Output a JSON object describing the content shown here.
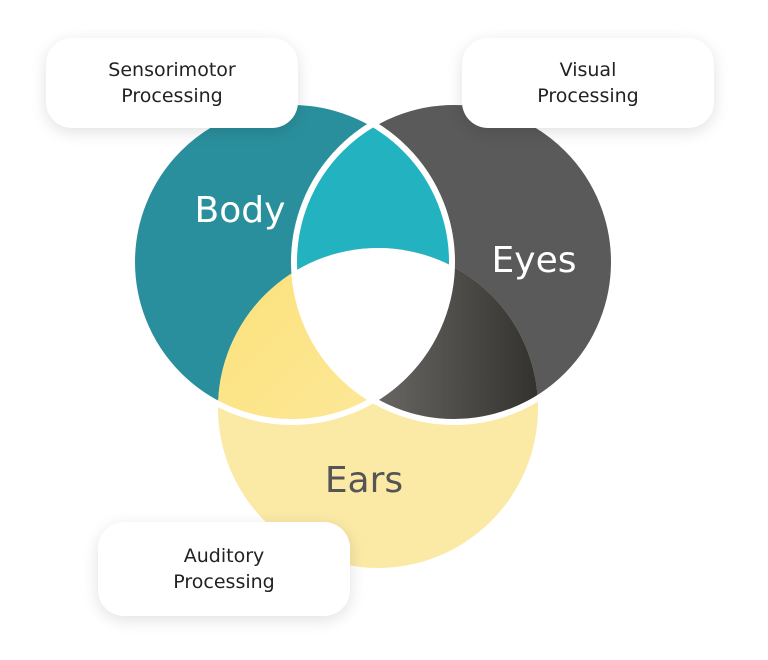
{
  "diagram": {
    "circles": {
      "body": {
        "label": "Body",
        "color": "#2a8f9c"
      },
      "eyes": {
        "label": "Eyes",
        "color": "#5a5a5a"
      },
      "ears": {
        "label": "Ears",
        "color": "#fbe9a6"
      }
    },
    "overlaps": {
      "body_eyes": "#22b2c0",
      "eyes_ears": "#3a3835",
      "ears_body": "#fcdf6e",
      "center": "#ffffff"
    },
    "callouts": {
      "sensorimotor": {
        "line1": "Sensorimotor",
        "line2": "Processing"
      },
      "visual": {
        "line1": "Visual",
        "line2": "Processing"
      },
      "auditory": {
        "line1": "Auditory",
        "line2": "Processing"
      }
    }
  }
}
